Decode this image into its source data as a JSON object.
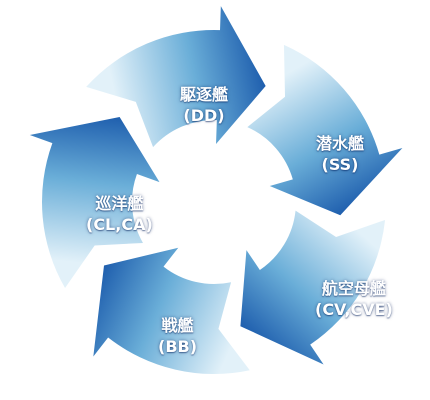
{
  "diagram": {
    "type": "cycle",
    "colors": {
      "dark": "#1f5fae",
      "light": "#e2f1f9"
    },
    "segments": [
      {
        "name": "駆逐艦",
        "abbr": "(DD)"
      },
      {
        "name": "潜水艦",
        "abbr": "(SS)"
      },
      {
        "name": "航空母艦",
        "abbr": "(CV,CVE)"
      },
      {
        "name": "戦艦",
        "abbr": "(BB)"
      },
      {
        "name": "巡洋艦",
        "abbr": "(CL,CA)"
      }
    ]
  }
}
